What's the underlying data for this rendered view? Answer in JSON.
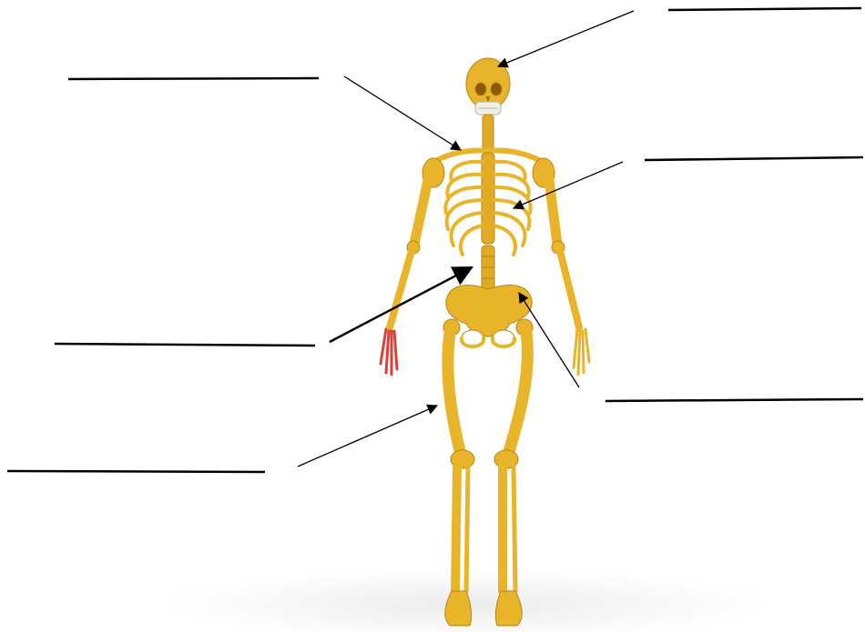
{
  "worksheet": {
    "label_blanks": [
      {
        "id": "skull",
        "answer": ""
      },
      {
        "id": "clavicle",
        "answer": ""
      },
      {
        "id": "ribcage",
        "answer": ""
      },
      {
        "id": "spine",
        "answer": ""
      },
      {
        "id": "pelvis",
        "answer": ""
      },
      {
        "id": "femur",
        "answer": ""
      }
    ]
  },
  "colors": {
    "bone": "#e8b52a",
    "bone_shadow": "#c99419",
    "bone_light": "#f4cf55",
    "hand_highlight": "#d8423a",
    "ink": "#000000",
    "floor_shadow": "#f1f1f1"
  }
}
